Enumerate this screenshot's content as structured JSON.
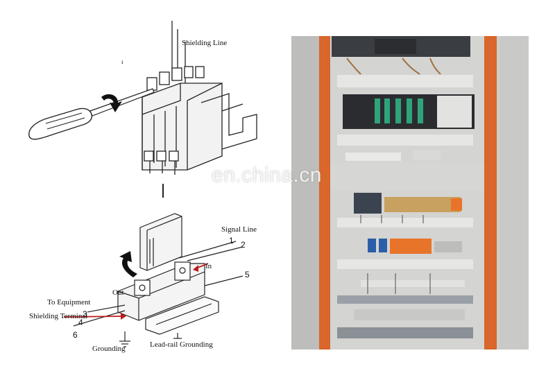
{
  "diagram_top": {
    "shielding_line_label": "Shielding Line",
    "small_mark": "ı"
  },
  "diagram_bottom": {
    "signal_line_label": "Signal Line",
    "in_label": "In",
    "out_label": "Out",
    "to_equipment_label": "To Equipment",
    "shielding_terminal_label": "Shielding Terminal",
    "grounding_label": "Grounding",
    "lead_rail_grounding_label": "Lead-rail Grounding",
    "callouts": [
      "1",
      "2",
      "3",
      "4",
      "5",
      "6"
    ]
  },
  "watermark": "en.china.cn",
  "colors": {
    "cabinet_orange": "#d9662a",
    "module_green": "#2fa37a",
    "breaker_orange": "#e8742a",
    "breaker_blue": "#2b5ea8"
  }
}
